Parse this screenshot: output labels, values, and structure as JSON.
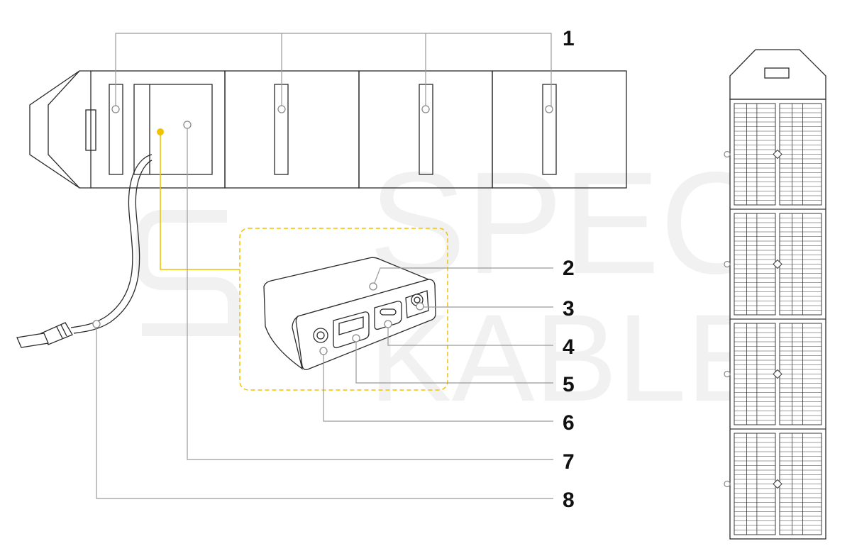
{
  "watermark": {
    "line1": "SPEC",
    "line2": "KABLE"
  },
  "callouts": [
    "1",
    "2",
    "3",
    "4",
    "5",
    "6",
    "7",
    "8"
  ],
  "colors": {
    "outline": "#2a2a2a",
    "leader": "#9a9a9a",
    "highlight": "#f2c200",
    "watermark": "#f1f1f1"
  }
}
